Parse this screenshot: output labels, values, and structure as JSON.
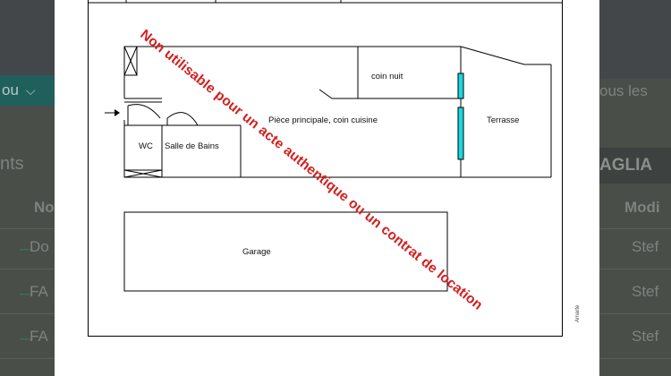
{
  "background_page": {
    "fragments": {
      "tab_ou": "ou",
      "text_nts": "nts",
      "text_no": "No",
      "text_do": "Do",
      "text_fa1": "FA",
      "text_fa2": "FA",
      "text_ous_les": "ous les",
      "text_aglia": "AGLIA",
      "text_modi": "Modi",
      "text_stef1": "Stef",
      "text_stef2": "Stef",
      "text_stef3": "Stef"
    }
  },
  "floor_plan": {
    "rooms": {
      "coin_nuit": "coin nuit",
      "piece_principale": "Pièce principale, coin cuisine",
      "terrasse": "Terrasse",
      "wc": "WC",
      "salle_de_bains": "Salle de Bains",
      "garage": "Garage"
    },
    "watermark": "Non utilisable pour un acte authentique ou un contrat de location",
    "credit": "Amarte",
    "colors": {
      "watermark": "#d31f1f",
      "window": "#18d8e0"
    }
  }
}
